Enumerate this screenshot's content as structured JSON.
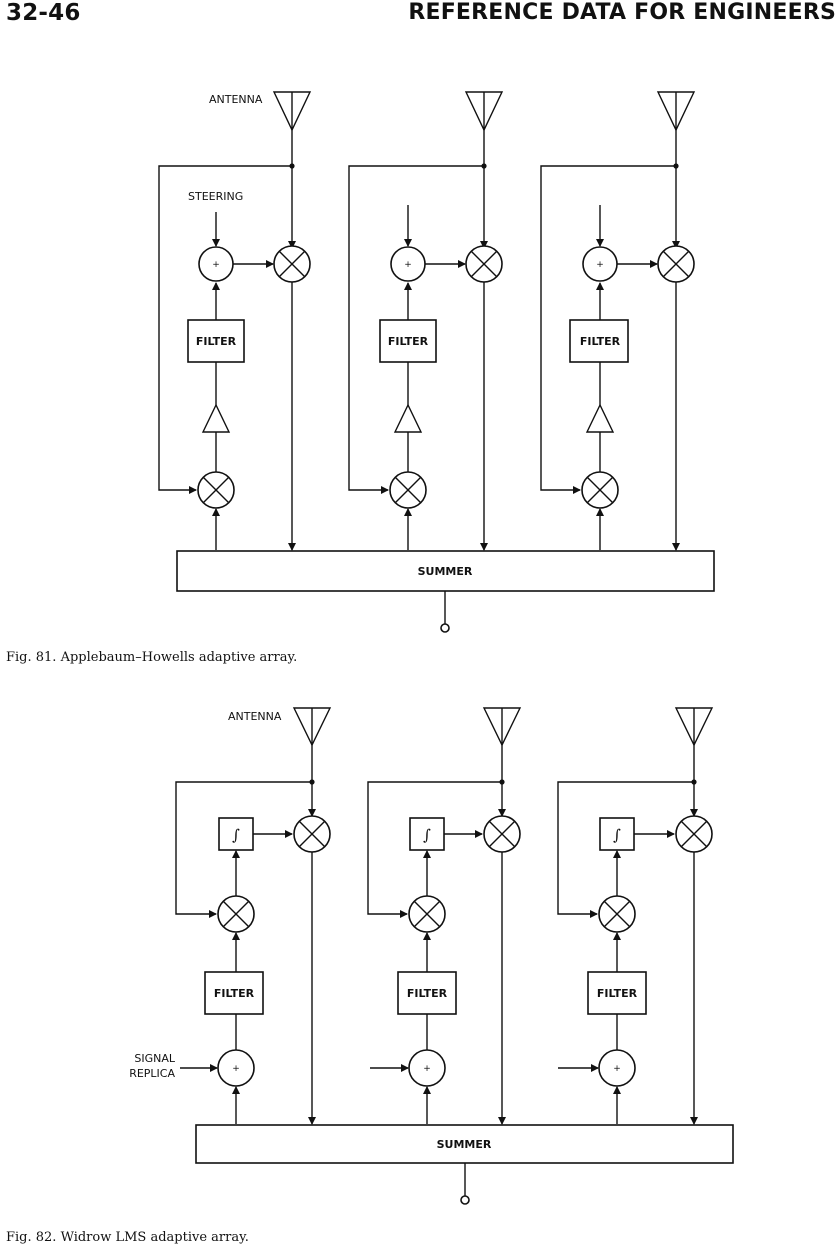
{
  "header": {
    "page_number": "32-46",
    "title": "REFERENCE DATA FOR ENGINEERS"
  },
  "fig81": {
    "antenna_label": "ANTENNA",
    "steering_label": "STEERING",
    "filter_label": "FILTER",
    "summer_label": "SUMMER",
    "adder_symbol": "+",
    "caption": "Fig. 81. Applebaum–Howells adaptive array."
  },
  "fig82": {
    "antenna_label": "ANTENNA",
    "integrator_symbol": "∫",
    "filter_label": "FILTER",
    "signal_replica_label_line1": "SIGNAL",
    "signal_replica_label_line2": "REPLICA",
    "summer_label": "SUMMER",
    "adder_symbol": "+",
    "caption": "Fig. 82. Widrow LMS adaptive array."
  }
}
